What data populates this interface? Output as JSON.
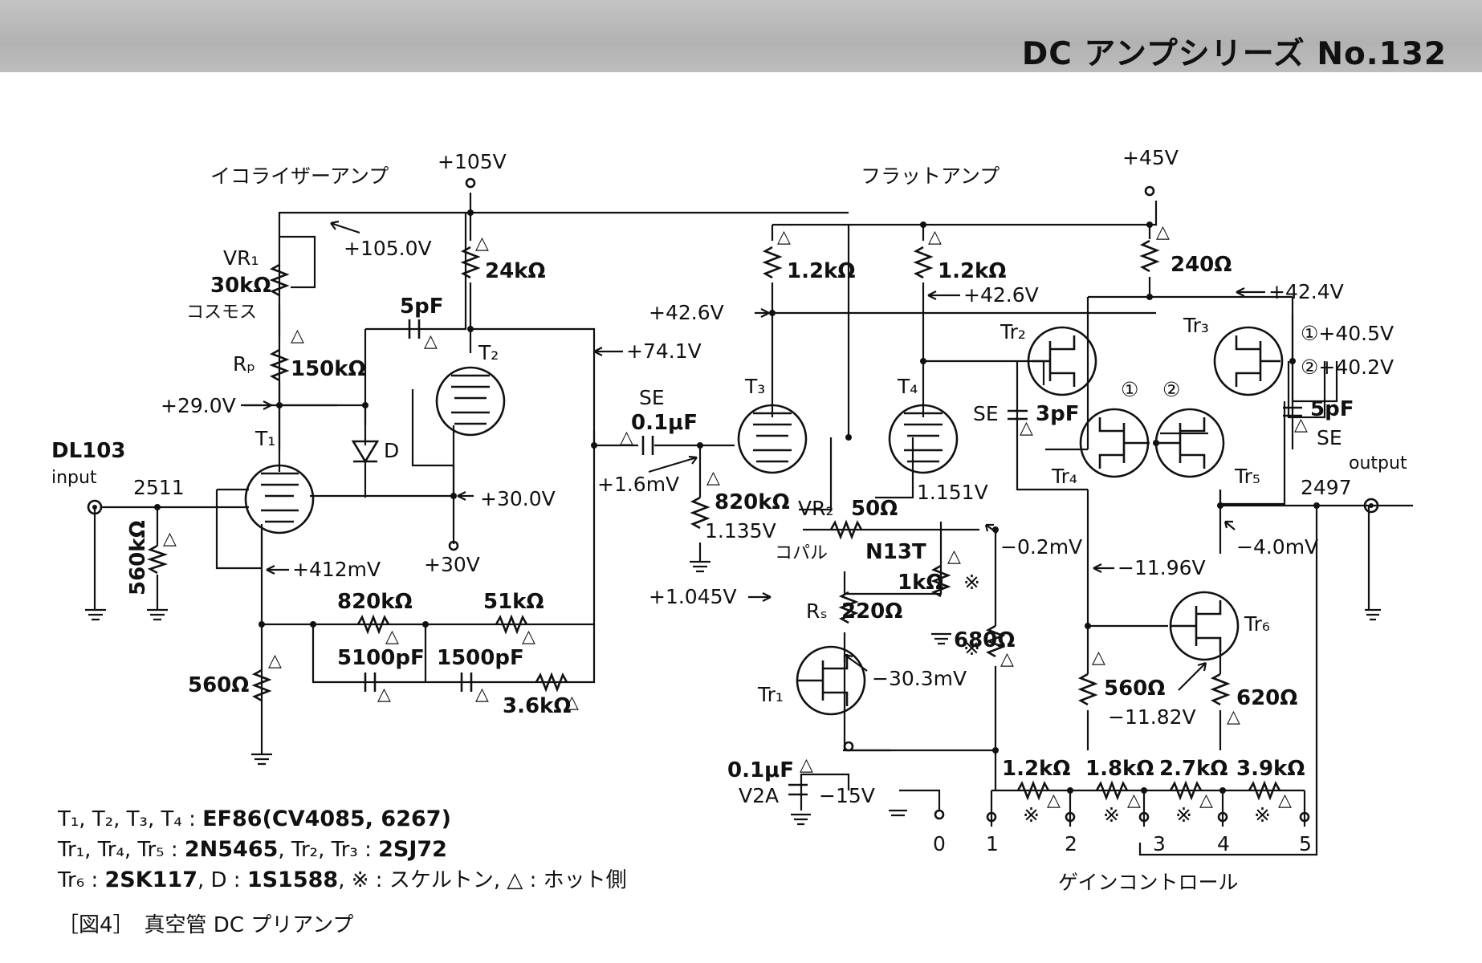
{
  "header": {
    "title": "DC アンプシリーズ No.132"
  },
  "sections": {
    "equalizer": "イコライザーアンプ",
    "flat": "フラットアンプ",
    "gain_control": "ゲインコントロール"
  },
  "supplies": {
    "v105": "+105V",
    "v45": "+45V",
    "v30": "+30V",
    "vneg15": "−15V"
  },
  "labels": {
    "dl103": "DL103",
    "input": "input",
    "in_code": "2511",
    "output": "output",
    "out_code": "2497",
    "n13t": "N13T",
    "copal": "コパル",
    "cosmos": "コスモス",
    "se": "SE"
  },
  "devices": {
    "t1": "T₁",
    "t2": "T₂",
    "t3": "T₃",
    "t4": "T₄",
    "tr1": "Tr₁",
    "tr2": "Tr₂",
    "tr3": "Tr₃",
    "tr4": "Tr₄",
    "tr5": "Tr₅",
    "tr6": "Tr₆",
    "d": "D",
    "vr1": "VR₁",
    "vr2": "VR₂",
    "rp": "Rₚ",
    "rs": "Rₛ",
    "v2a": "V2A"
  },
  "components": {
    "r_30k": "30kΩ",
    "r_150k": "150kΩ",
    "r_24k": "24kΩ",
    "r_560k": "560kΩ",
    "r_560": "560Ω",
    "r_820k_a": "820kΩ",
    "r_51k": "51kΩ",
    "r_3k6": "3.6kΩ",
    "c_5100p": "5100pF",
    "c_1500p": "1500pF",
    "c_5p_a": "5pF",
    "c_0u1_se": "0.1μF",
    "r_820k_b": "820kΩ",
    "r_1k2_a": "1.2kΩ",
    "r_1k2_b": "1.2kΩ",
    "vr_50": "50Ω",
    "r_220": "220Ω",
    "r_1k": "1kΩ",
    "r_680": "680Ω",
    "r_240": "240Ω",
    "c_3p": "3pF",
    "c_5p_b": "5pF",
    "r_560b": "560Ω",
    "r_620": "620Ω",
    "c_0u1_b": "0.1μF",
    "g_1k2": "1.2kΩ",
    "g_1k8": "1.8kΩ",
    "g_2k7": "2.7kΩ",
    "g_3k9": "3.9kΩ"
  },
  "voltages": {
    "v105_0": "+105.0V",
    "v74_1": "+74.1V",
    "v29_0": "+29.0V",
    "v30_0": "+30.0V",
    "v412m": "+412mV",
    "v1_6m": "+1.6mV",
    "v42_6_l": "+42.6V",
    "v42_6_r": "+42.6V",
    "v42_4": "+42.4V",
    "v40_5": "①+40.5V",
    "v40_2": "②+40.2V",
    "v1_151": "1.151V",
    "v1_135": "1.135V",
    "v1_045": "+1.045V",
    "vm0_2m": "−0.2mV",
    "vm4_0m": "−4.0mV",
    "vm11_96": "−11.96V",
    "vm11_82": "−11.82V",
    "vm30_3m": "−30.3mV"
  },
  "markers": {
    "m1": "①",
    "m2": "②",
    "skeleton": "※",
    "hot": "△"
  },
  "gain_taps": [
    "0",
    "1",
    "2",
    "3",
    "4",
    "5"
  ],
  "notes": {
    "line1_prefix": "T₁, T₂, T₃, T₄ : ",
    "line1_value": "EF86(CV4085, 6267)",
    "line2_prefix": "Tr₁, Tr₄, Tr₅ : ",
    "line2_value_a": "2N5465",
    "line2_mid": ", Tr₂, Tr₃ : ",
    "line2_value_b": "2SJ72",
    "line3_prefix": "Tr₆ : ",
    "line3_value_a": "2SK117",
    "line3_mid": ", D : ",
    "line3_value_b": "1S1588",
    "line3_suffix": ", ※ : スケルトン, △ : ホット側"
  },
  "caption": "［図4］　真空管 DC プリアンプ"
}
